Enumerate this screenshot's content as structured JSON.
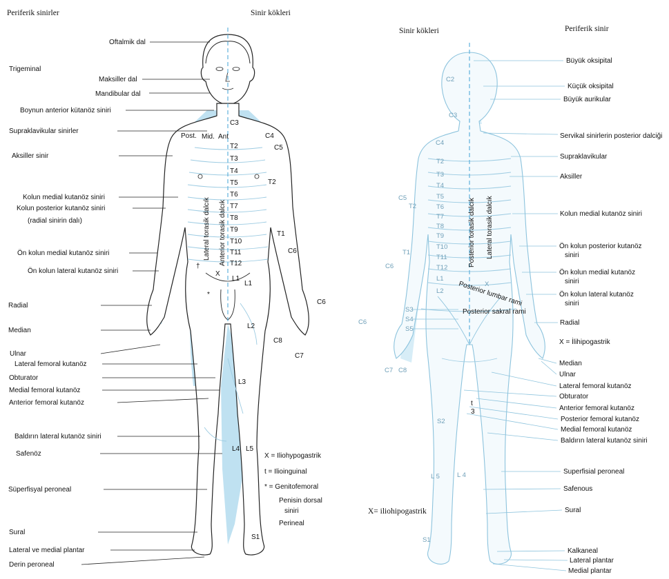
{
  "headers": {
    "left_peripheral": "Periferik sinirler",
    "left_roots": "Sinir kökleri",
    "right_roots": "Sinir kökleri",
    "right_peripheral": "Periferik sinir"
  },
  "front_left_labels": [
    "Oftalmik dal",
    "Trigeminal",
    "Maksiller dal",
    "Mandibular dal",
    "Boynun anterior kütanöz siniri",
    "Supraklavikular sinirler",
    "Aksiller sinir",
    "Kolun medial kutanöz siniri",
    "Kolun posterior kutanöz siniri",
    "(radial sinirin dalı)",
    "Ön kolun medial kutanöz siniri",
    "Ön kolun lateral kutanöz siniri",
    "Radial",
    "Median",
    "Ulnar",
    "Lateral femoral kutanöz",
    "Obturator",
    "Medial femoral kutanöz",
    "Anterior femoral kutanöz",
    "Baldırın lateral kutanöz siniri",
    "Safenöz",
    "Süperfisyal peroneal",
    "Sural",
    "Lateral ve medial plantar",
    "Derin peroneal"
  ],
  "front_roots": {
    "c3": "C3",
    "c4": "C4",
    "c5": "C5",
    "c6": "C6",
    "c7": "C7",
    "c8": "C8",
    "post": "Post.",
    "mid": "Mid.",
    "ant": "Ant",
    "t2": "T2",
    "t3": "T3",
    "t4": "T4",
    "t5": "T5",
    "t6": "T6",
    "t7": "T7",
    "t8": "T8",
    "t9": "T9",
    "t10": "T10",
    "t11": "T11",
    "t12": "T12",
    "t2r": "T2",
    "t1": "T1",
    "x": "X",
    "l1a": "L1",
    "l1b": "L1",
    "l2": "L2",
    "l3": "L3",
    "l4": "L4",
    "l5": "L5",
    "s1": "S1",
    "dagger": "†",
    "star": "*",
    "lateral_branch": "Lateral torasik dalcık",
    "anterior_branch": "Anterior torasik dalcık"
  },
  "front_legend": [
    "X = Iliohypogastrik",
    "t = Ilioinguinal",
    "* = Genitofemoral",
    "Penisin dorsal",
    "siniri",
    "Perineal"
  ],
  "back_roots": {
    "c2": "C2",
    "c3": "C3",
    "c4": "C4",
    "t2": "T2",
    "t3": "T3",
    "t4": "T4",
    "t5": "T5",
    "t6": "T6",
    "t7": "T7",
    "t8": "T8",
    "t9": "T9",
    "t10": "T10",
    "t11": "T11",
    "t12": "T12",
    "l1": "L1",
    "l2": "L2",
    "c5": "C5",
    "t2l": "T2",
    "t1": "T1",
    "c6": "C6",
    "c6b": "C6",
    "c7": "C7",
    "c8": "C8",
    "s3": "S3",
    "s4": "S4",
    "s5": "S5",
    "s2": "S2",
    "l5": "L 5",
    "l4": "L 4",
    "s1": "S1",
    "x": "X",
    "t": "t",
    "three": "3",
    "post_thoracic": "Posterior torasik dalcık",
    "lat_thoracic": "Lateral torasik dalcık",
    "post_lumbar": "Posterior lumbar rami",
    "post_sacral": "Posterior sakral rami",
    "x_note": "X= iliohipogastrik"
  },
  "back_right_labels": [
    "Büyük oksipital",
    "Küçük  oksipital",
    "Büyük aurikular",
    "Servikal sinirlerin posterior dalciği",
    "Supraklavikular",
    "Aksiller",
    "Kolun medial kutanöz siniri",
    "Ön kolun posterior kutanöz",
    "siniri",
    "Ön kolun medial kutanöz",
    "siniri",
    "Ön kolun lateral kutanöz",
    "siniri",
    "Radial",
    "X = İlihipogastrik",
    "Median",
    "Ulnar",
    "Lateral femoral kutanöz",
    "Obturator",
    "Anterior femoral kutanöz",
    "Posterior femoral kutanöz",
    "Medial femoral kutanöz",
    "Baldırın lateral kutanöz siniri",
    "Superfisial peroneal",
    "Safenous",
    "Sural",
    "Kalkaneal",
    "Lateral plantar",
    "Medial plantar"
  ]
}
